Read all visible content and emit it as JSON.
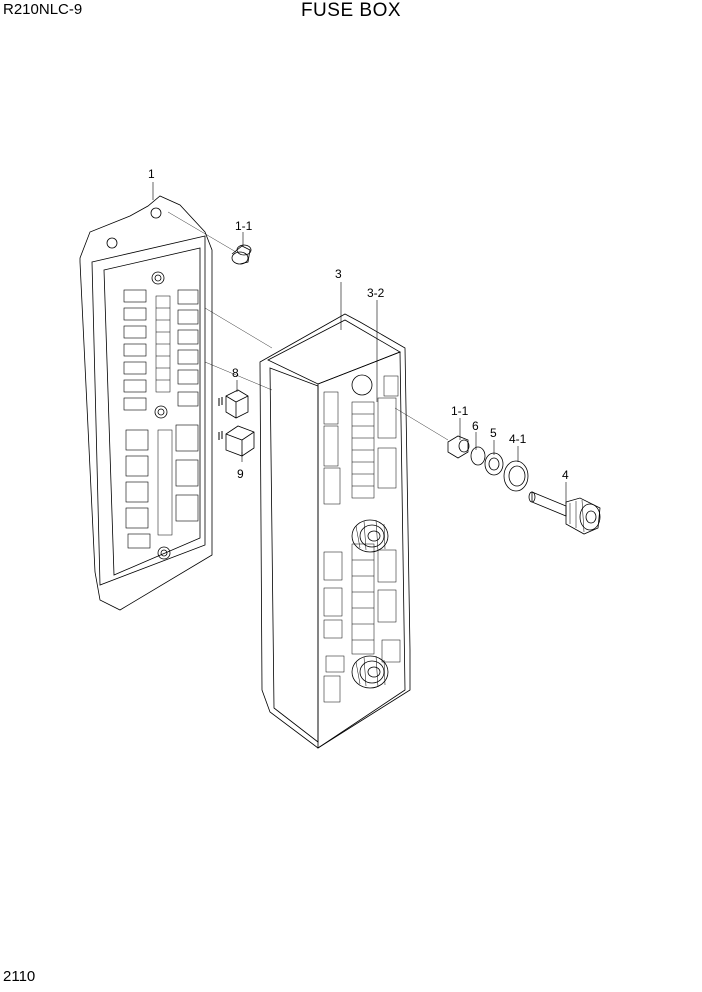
{
  "header": {
    "model": "R210NLC-9",
    "title": "FUSE BOX"
  },
  "footer": {
    "page_number": "2110"
  },
  "callouts": {
    "c1": "1",
    "c1_1_top": "1-1",
    "c3": "3",
    "c3_2": "3-2",
    "c8": "8",
    "c9": "9",
    "c1_1_right": "1-1",
    "c6": "6",
    "c5": "5",
    "c4_1": "4-1",
    "c4": "4"
  }
}
